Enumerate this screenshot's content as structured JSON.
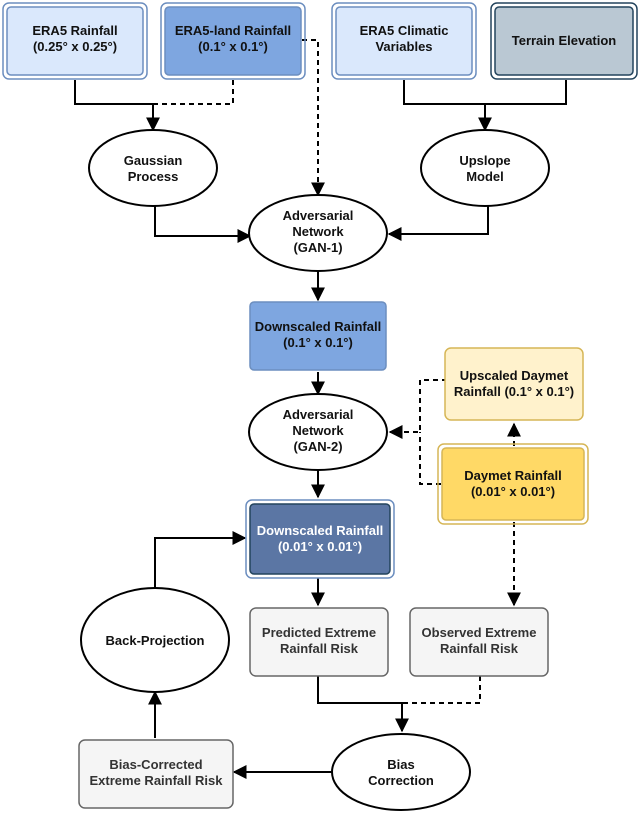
{
  "colors": {
    "light_blue_fill": "#dae8fc",
    "light_blue_stroke": "#6c8ebf",
    "mid_blue_fill": "#7ea6e0",
    "dark_blue_fill": "#5b76a4",
    "grey_fill": "#bac8d3",
    "grey_stroke": "#23445d",
    "light_yellow_fill": "#fff2cc",
    "yellow_fill": "#ffd966",
    "yellow_stroke": "#d6b656",
    "light_grey_fill": "#f5f5f5",
    "light_grey_stroke": "#666666"
  },
  "nodes": {
    "era5_rainfall": [
      "ERA5 Rainfall",
      "(0.25° x 0.25°)"
    ],
    "era5_land_rainfall": [
      "ERA5-land Rainfall",
      "(0.1° x 0.1°)"
    ],
    "era5_climatic": [
      "ERA5 Climatic",
      "Variables"
    ],
    "terrain_elevation": [
      "Terrain Elevation"
    ],
    "gaussian_process": [
      "Gaussian",
      "Process"
    ],
    "upslope_model": [
      "Upslope",
      "Model"
    ],
    "gan1": [
      "Adversarial",
      "Network",
      "(GAN-1)"
    ],
    "downscaled_coarse": [
      "Downscaled Rainfall",
      "(0.1° x 0.1°)"
    ],
    "upscaled_daymet": [
      "Upscaled Daymet",
      "Rainfall (0.1° x 0.1°)"
    ],
    "gan2": [
      "Adversarial",
      "Network",
      "(GAN-2)"
    ],
    "daymet_rainfall": [
      "Daymet Rainfall",
      "(0.01° x 0.01°)"
    ],
    "downscaled_fine": [
      "Downscaled Rainfall",
      "(0.01° x 0.01°)"
    ],
    "back_projection": [
      "Back-Projection"
    ],
    "predicted_risk": [
      "Predicted Extreme",
      "Rainfall Risk"
    ],
    "observed_risk": [
      "Observed Extreme",
      "Rainfall Risk"
    ],
    "bias_corrected": [
      "Bias-Corrected",
      "Extreme Rainfall Risk"
    ],
    "bias_correction": [
      "Bias",
      "Correction"
    ]
  }
}
